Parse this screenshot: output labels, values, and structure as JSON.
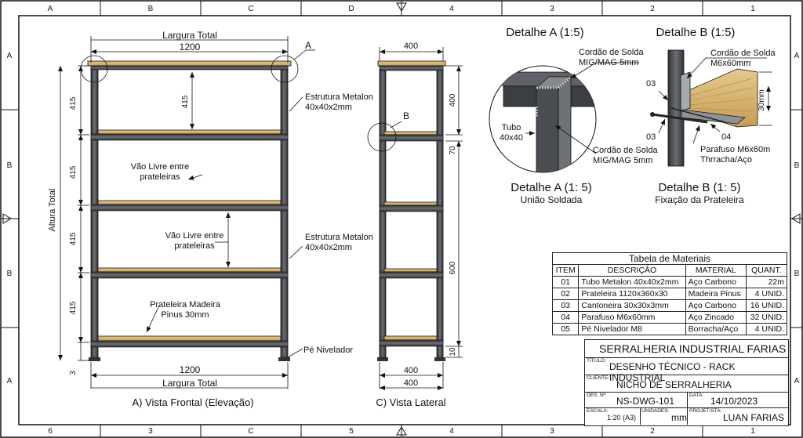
{
  "border": {
    "top_letters": [
      "A",
      "B",
      "C",
      "D",
      "4",
      "3",
      "2",
      "1"
    ],
    "bottom_labels": [
      "6",
      "3",
      "C",
      "5",
      "4",
      "3",
      "2",
      "1"
    ],
    "side_letters": [
      "A",
      "B",
      "B",
      "A"
    ]
  },
  "front_view": {
    "label": "A) Vista Frontal (Elevação)",
    "top_dim_title": "Largura Total",
    "top_dim_value": "1200",
    "bottom_dim_value": "1200",
    "bottom_dim_title": "Largura Total",
    "height_title": "Altura Total",
    "shelf_spacings": [
      "415",
      "415",
      "415",
      "415"
    ],
    "inner_spacing": "415",
    "foot_height": "3",
    "callout_a": "A",
    "label_structure_1_line1": "Estrutura Metalon",
    "label_structure_1_line2": "40x40x2mm",
    "label_structure_2_line1": "Estrutura Metalon",
    "label_structure_2_line2": "40x40x2mm",
    "label_gap_1_line1": "Vão Livre entre",
    "label_gap_1_line2": "prateleiras",
    "label_gap_2_line1": "Vão Livre entre",
    "label_gap_2_line2": "prateleiras",
    "label_shelf_line1": "Prateleira Madeira",
    "label_shelf_line2": "Pinus 30mm",
    "label_foot": "Pé Nivelador"
  },
  "side_view": {
    "label": "C) Vista Lateral",
    "top_dim": "400",
    "bottom_dim_1": "400",
    "bottom_dim_2": "400",
    "dim_400": "400",
    "dim_70": "70",
    "dim_600": "600",
    "dim_10": "10",
    "callout_b": "B"
  },
  "detail_a": {
    "title": "Detalhe A (1:5)",
    "weld_top_line1": "Cordão de Solda",
    "weld_top_line2": "MIG/MAG 5mm",
    "tube_line1": "Tubo",
    "tube_line2": "40x40",
    "weld_bottom_line1": "Cordão de Solda",
    "weld_bottom_line2": "MIG/MAG 5mm",
    "caption": "Detalhe A (1: 5)",
    "subcaption": "União Soldada"
  },
  "detail_b": {
    "title": "Detalhe B (1:5)",
    "weld_line1": "Cordão de Solda",
    "weld_line2": "M6x60mm",
    "ref_03_a": "03",
    "ref_03_b": "03",
    "ref_04": "04",
    "dim_30": "30mm",
    "screw_line1": "Parafuso M6x60m",
    "screw_line2": "Thrracha/Aço",
    "caption": "Detalhe B (1: 5)",
    "subcaption": "Fixação da Prateleira"
  },
  "materials_table": {
    "caption": "Tabela de Materiais",
    "headers": [
      "ITEM",
      "DESCRIÇÃO",
      "MATERIAL",
      "QUANT."
    ],
    "rows": [
      [
        "01",
        "Tubo Metalon 40x40x2mm",
        "Aço Carbono",
        "22m"
      ],
      [
        "02",
        "Prateleira 1120x360x30",
        "Madeira Pinus",
        "4 UNID."
      ],
      [
        "03",
        "Cantoneira 30x30x3mm",
        "Aço Carbono",
        "16 UNID."
      ],
      [
        "04",
        "Parafuso M6x60mm",
        "Aço Zincado",
        "32 UNID."
      ],
      [
        "05",
        "Pé Nivelador M8",
        "Borracha/Aço",
        "4 UNID."
      ]
    ]
  },
  "title_block": {
    "company": "SERRALHERIA INDUSTRIAL FARIAS",
    "titulo_label": "TÍTULO:",
    "titulo": "DESENHO TÉCNICO - RACK INDUSTRIAL",
    "cliente_label": "CLIENTE:",
    "cliente": "NICHO DE SERRALHERIA",
    "des_label": "DES. Nº:",
    "des": "NS-DWG-101",
    "data_label": "DATA:",
    "data": "14/10/2023",
    "escala_label": "ESCALA:",
    "escala": "1:20 (A3)",
    "unidades_label": "UNIDADES:",
    "unidades": "mm",
    "projetista_label": "PROJETISTA:",
    "projetista": "LUAN FARIAS"
  },
  "colors": {
    "steel": "#4a4d50",
    "steel_light": "#7a7e82",
    "wood": "#d9b878",
    "wood_dark": "#b88f4a",
    "line": "#111111"
  }
}
